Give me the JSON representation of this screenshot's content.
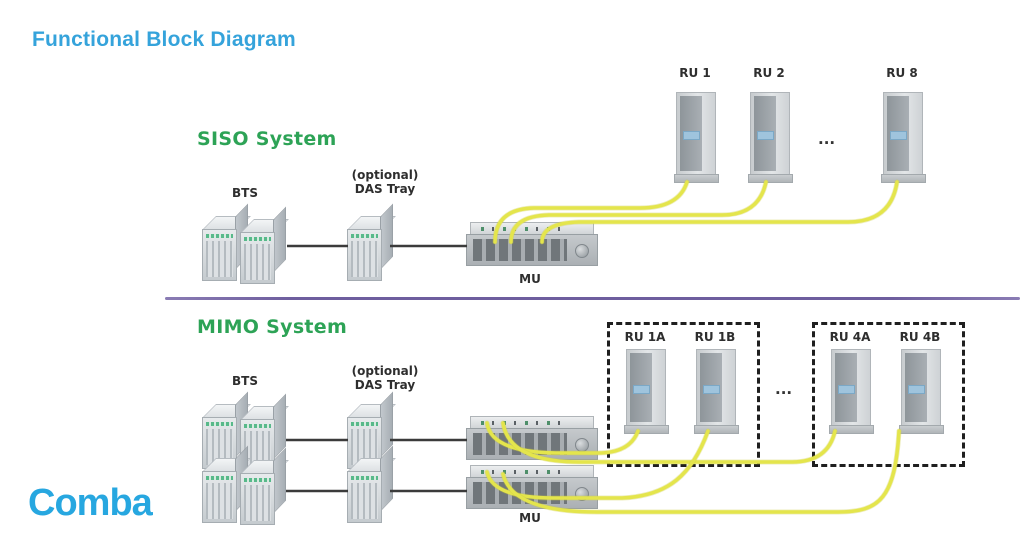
{
  "title": "Functional Block Diagram",
  "logo_text": "Comba",
  "siso": {
    "heading": "SISO System",
    "bts_label": "BTS",
    "das_optional": "(optional)",
    "das_name": "DAS Tray",
    "mu_label": "MU",
    "ru_labels": [
      "RU 1",
      "RU 2",
      "RU 8"
    ],
    "ellipsis": "..."
  },
  "mimo": {
    "heading": "MIMO System",
    "bts_label": "BTS",
    "das_optional": "(optional)",
    "das_name": "DAS Tray",
    "mu_label": "MU",
    "ru_group_1": [
      "RU 1A",
      "RU 1B"
    ],
    "ru_group_2": [
      "RU 4A",
      "RU 4B"
    ],
    "ellipsis": "..."
  },
  "colors": {
    "title_blue": "#35a3db",
    "heading_green": "#2da356",
    "logo_blue": "#27a7e0",
    "divider_purple": "#6e5e9e",
    "cable_yellow": "#e4e54c"
  }
}
